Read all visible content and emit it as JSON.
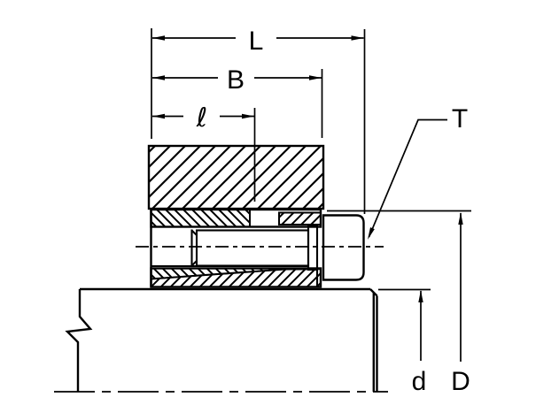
{
  "diagram": {
    "dimension_labels": {
      "overall_length": "L",
      "body_length": "B",
      "effective_length": "ℓ",
      "torque_item": "T",
      "shaft_diameter": "d",
      "outer_diameter": "D"
    },
    "colors": {
      "line": "#000000",
      "background": "#ffffff",
      "arrow_fill": "#000000"
    }
  }
}
